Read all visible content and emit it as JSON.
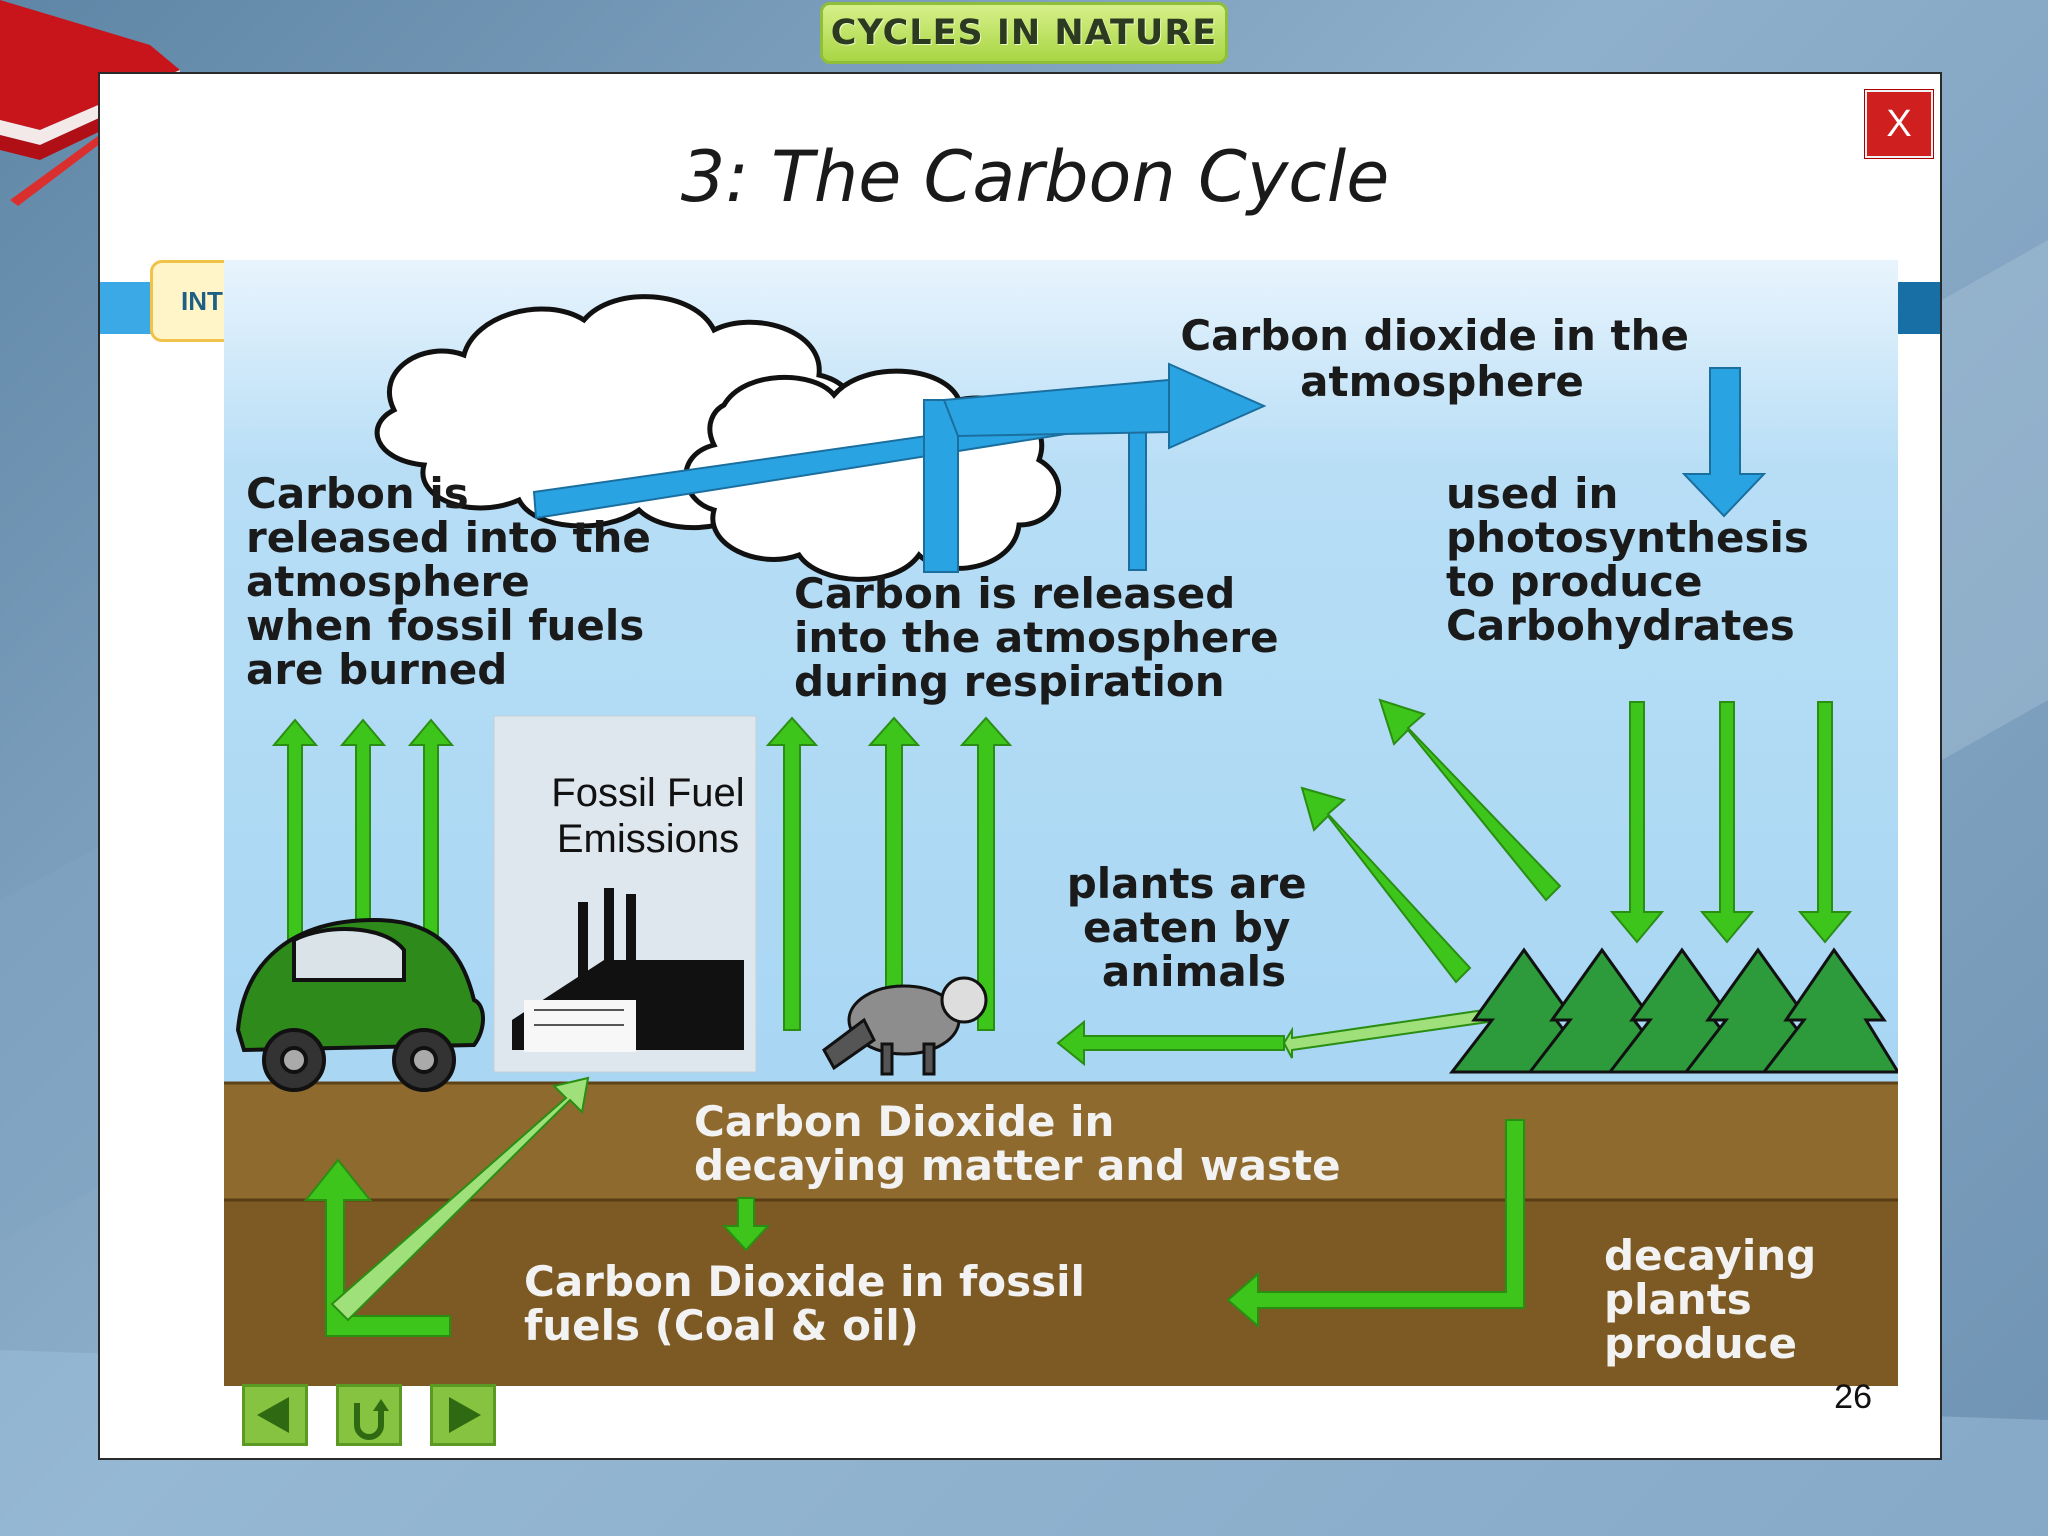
{
  "header": {
    "title": "CYCLES IN NATURE"
  },
  "slide": {
    "title": "3: The Carbon Cycle",
    "close_label": "X",
    "intro_tab_label": "INT",
    "page_number": "26"
  },
  "diagram": {
    "labels": {
      "co2_atmosphere": [
        "Carbon dioxide in the",
        "atmosphere"
      ],
      "fossil_release": [
        "Carbon is",
        "released into the",
        "atmosphere",
        "when fossil fuels",
        "are burned"
      ],
      "respiration": [
        "Carbon is released",
        "into the atmosphere",
        "during respiration"
      ],
      "photosynthesis": [
        "used in",
        "photosynthesis",
        "to produce",
        "Carbohydrates"
      ],
      "eaten": [
        "plants are",
        "eaten by",
        "animals"
      ],
      "decaying_matter": [
        "Carbon Dioxide in",
        "decaying matter and waste"
      ],
      "fossil_fuels": [
        "Carbon Dioxide in fossil",
        "fuels (Coal & oil)"
      ],
      "decaying_plants": [
        "decaying",
        "plants",
        "produce"
      ],
      "factory_sign": [
        "Fossil Fuel",
        "Emissions"
      ]
    }
  },
  "nav": {
    "buttons": [
      "previous",
      "return",
      "next"
    ]
  }
}
